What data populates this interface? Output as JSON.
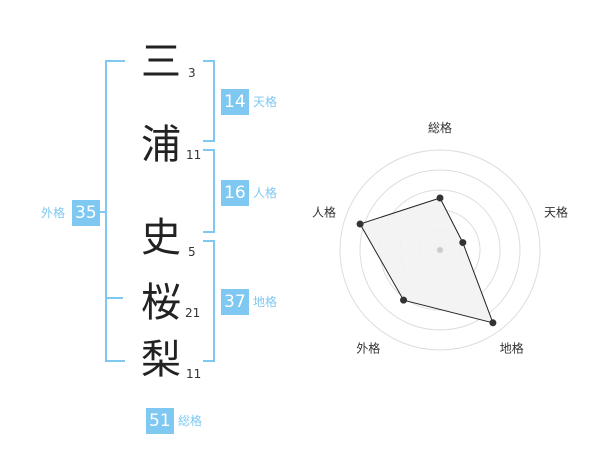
{
  "name": {
    "chars": [
      {
        "char": "三",
        "strokes": "3"
      },
      {
        "char": "浦",
        "strokes": "11"
      },
      {
        "char": "史",
        "strokes": "5"
      },
      {
        "char": "桜",
        "strokes": "21"
      },
      {
        "char": "梨",
        "strokes": "11"
      }
    ]
  },
  "kakusu": {
    "tenkaku": {
      "value": "14",
      "label": "天格"
    },
    "jinkaku": {
      "value": "16",
      "label": "人格"
    },
    "chikaku": {
      "value": "37",
      "label": "地格"
    },
    "gaikaku": {
      "value": "35",
      "label": "外格"
    },
    "soukaku": {
      "value": "51",
      "label": "総格"
    }
  },
  "chart_data": {
    "type": "radar",
    "axes": [
      "総格",
      "天格",
      "地格",
      "外格",
      "人格"
    ],
    "values": [
      2.6,
      1.2,
      4.5,
      3.1,
      4.2
    ],
    "rmax": 5,
    "rings": 5,
    "fill": "#f2f2f2",
    "stroke": "#222222"
  },
  "colors": {
    "accent": "#7ec8f2",
    "text": "#222222"
  }
}
